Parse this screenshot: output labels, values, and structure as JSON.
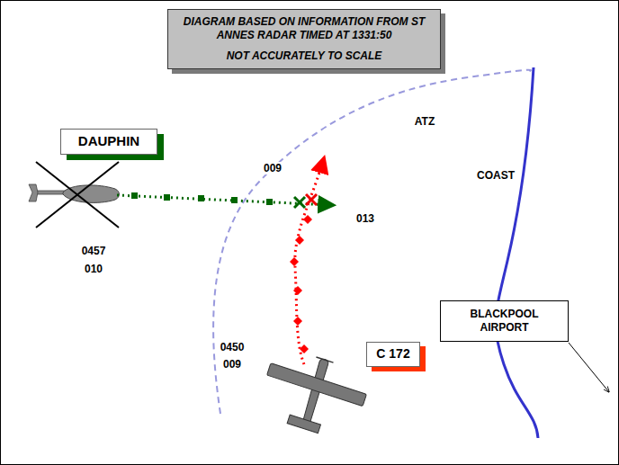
{
  "diagram": {
    "nodes": [
      {
        "text": [
          "DIAGRAM BASED ON INFORMATION FROM ST ANNES RADAR TIMED AT 1331:50",
          "NOT ACCURATELY TO SCALE"
        ]
      },
      {
        "text": [
          "DAUPHIN"
        ]
      },
      {
        "text": [
          "C 172"
        ]
      },
      {
        "text": [
          "BLACKPOOL AIRPORT"
        ]
      }
    ],
    "labels": [
      "ATZ",
      "COAST",
      "009",
      "013",
      "0457",
      "010",
      "0450",
      "009"
    ]
  }
}
